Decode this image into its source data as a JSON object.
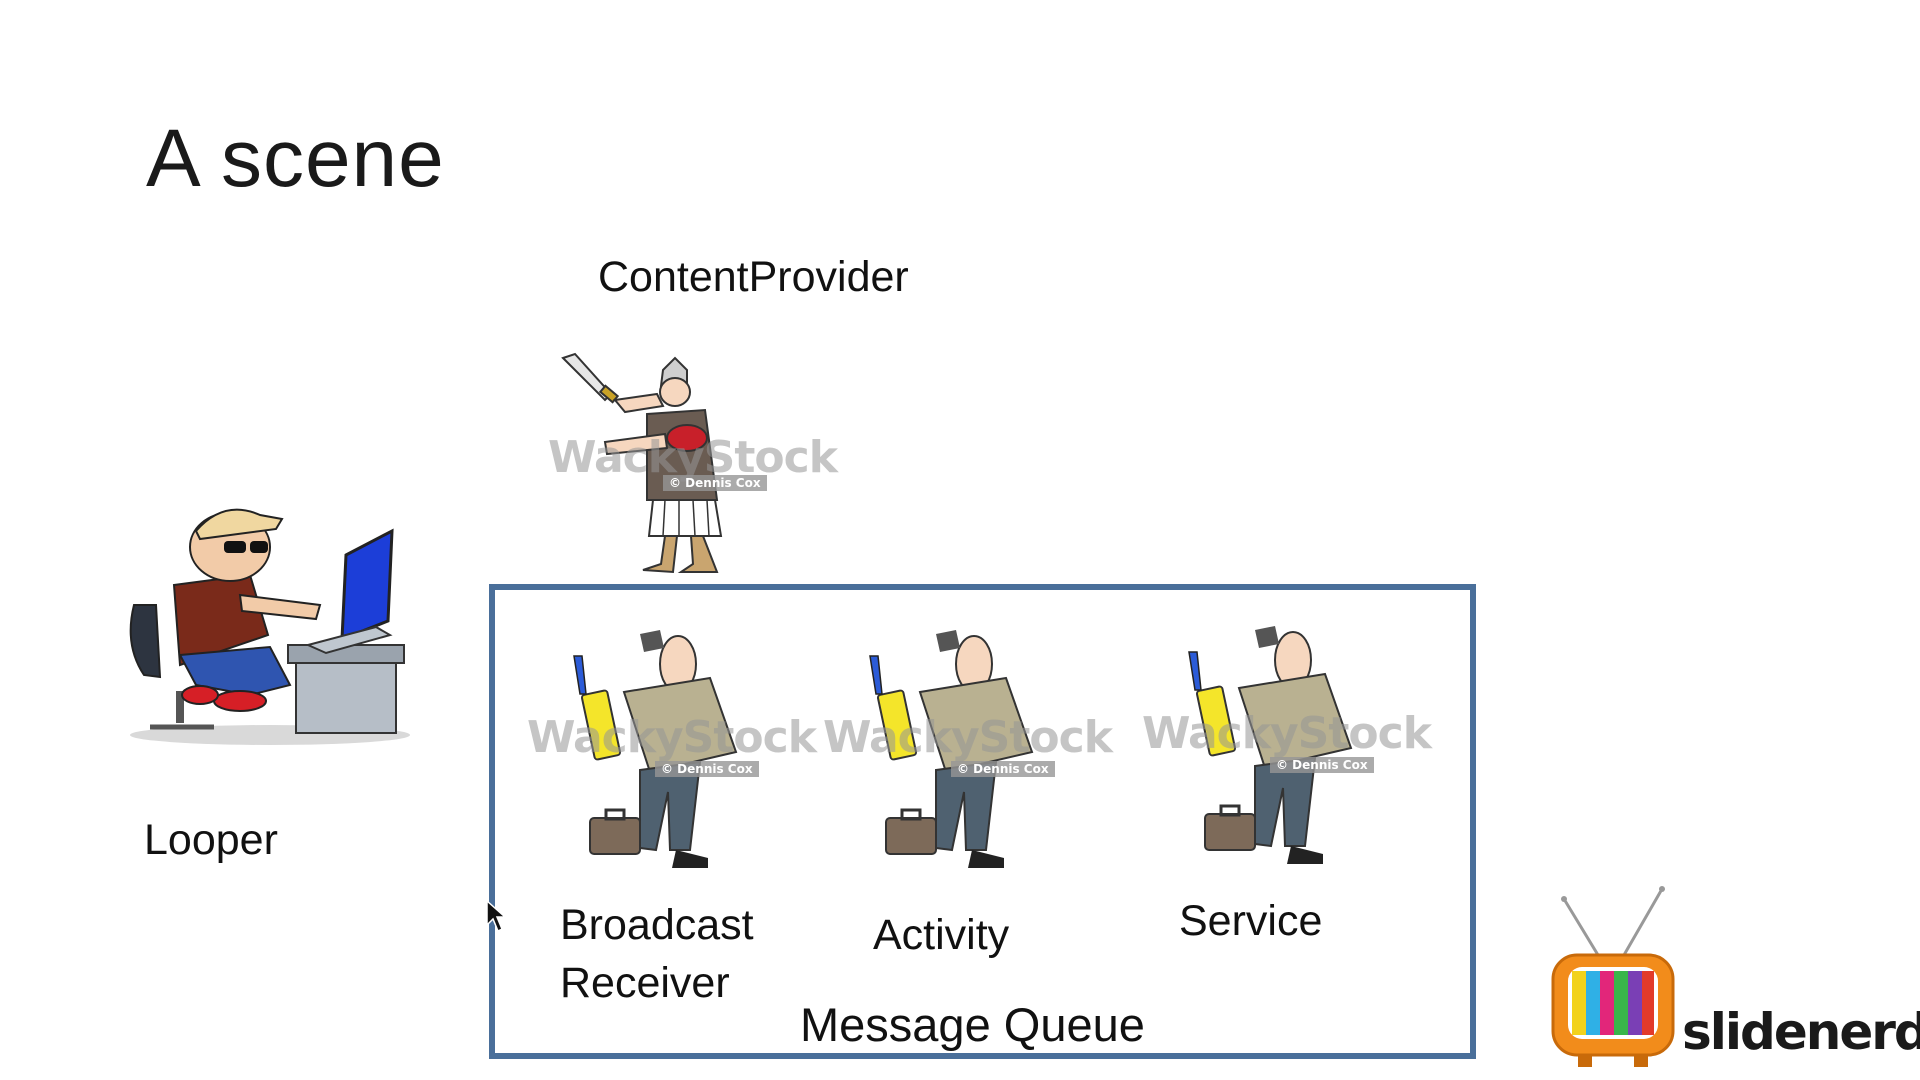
{
  "slide": {
    "title": "A scene"
  },
  "labels": {
    "content_provider": "ContentProvider",
    "looper": "Looper",
    "broadcast_receiver_line1": "Broadcast",
    "broadcast_receiver_line2": "Receiver",
    "activity": "Activity",
    "service": "Service",
    "message_queue": "Message Queue"
  },
  "watermark": {
    "brand": "WackyStock",
    "credit": "© Dennis Cox"
  },
  "logo": {
    "text": "slidenerd"
  },
  "colors": {
    "box_border": "#4a6f9a",
    "background": "#ffffff",
    "worker_shirt": "#b9b191",
    "worker_pants": "#4f6170",
    "clipboard": "#f4e52a",
    "looper_jacket": "#7a2a1a",
    "laptop_screen": "#1c3ed8"
  }
}
